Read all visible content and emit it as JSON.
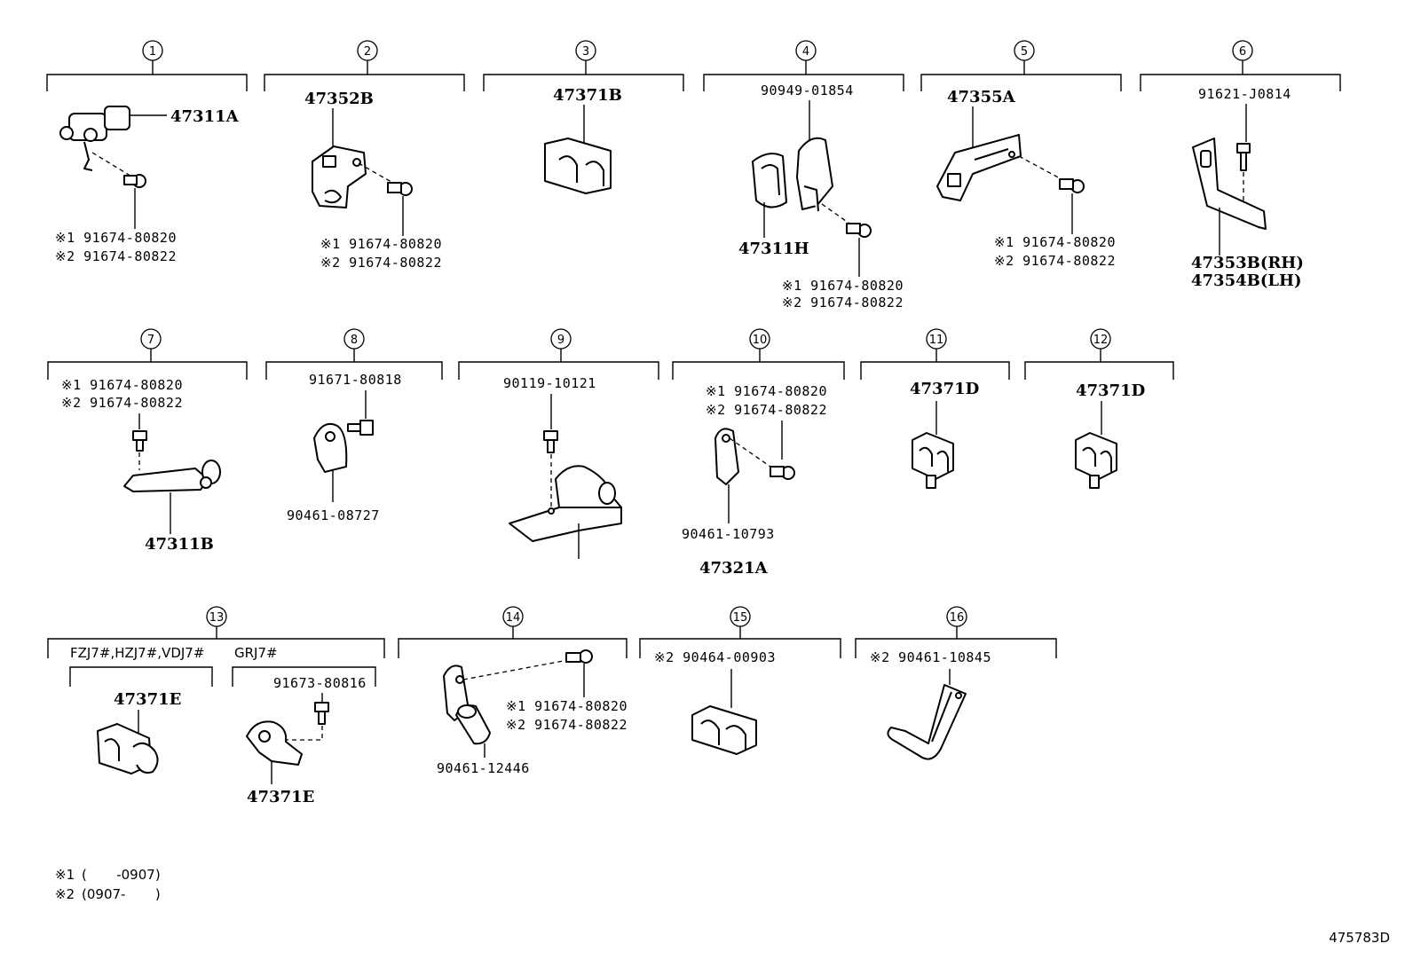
{
  "groups": [
    {
      "num": "1",
      "parts": [
        "47311A",
        "※1 91674-80820",
        "※2 91674-80822"
      ]
    },
    {
      "num": "2",
      "parts": [
        "47352B",
        "※1 91674-80820",
        "※2 91674-80822"
      ]
    },
    {
      "num": "3",
      "parts": [
        "47371B"
      ]
    },
    {
      "num": "4",
      "parts": [
        "90949-01854",
        "47311H",
        "※1 91674-80820",
        "※2 91674-80822"
      ]
    },
    {
      "num": "5",
      "parts": [
        "47355A",
        "※1 91674-80820",
        "※2 91674-80822"
      ]
    },
    {
      "num": "6",
      "parts": [
        "91621-J0814",
        "47353B(RH)",
        "47354B(LH)"
      ]
    },
    {
      "num": "7",
      "parts": [
        "※1 91674-80820",
        "※2 91674-80822",
        "47311B"
      ]
    },
    {
      "num": "8",
      "parts": [
        "91671-80818",
        "90461-08727"
      ]
    },
    {
      "num": "9",
      "parts": [
        "90119-10121"
      ]
    },
    {
      "num": "10",
      "parts": [
        "※1 91674-80820",
        "※2 91674-80822",
        "90461-10793",
        "47321A"
      ]
    },
    {
      "num": "11",
      "parts": [
        "47371D"
      ]
    },
    {
      "num": "12",
      "parts": [
        "47371D"
      ]
    },
    {
      "num": "13",
      "sub_titles": [
        "FZJ7#,HZJ7#,VDJ7#",
        "GRJ7#"
      ],
      "parts": [
        "47371E",
        "91673-80816",
        "47371E"
      ]
    },
    {
      "num": "14",
      "parts": [
        "※1 91674-80820",
        "※2 91674-80822",
        "90461-12446"
      ]
    },
    {
      "num": "15",
      "parts": [
        "※2 90464-00903"
      ]
    },
    {
      "num": "16",
      "parts": [
        "※2 90461-10845"
      ]
    }
  ],
  "notes": {
    "note1_mark": "※1",
    "note1_range": "(       -0907)",
    "note2_mark": "※2",
    "note2_range": "(0907-       )"
  },
  "diagram_code": "475783D"
}
